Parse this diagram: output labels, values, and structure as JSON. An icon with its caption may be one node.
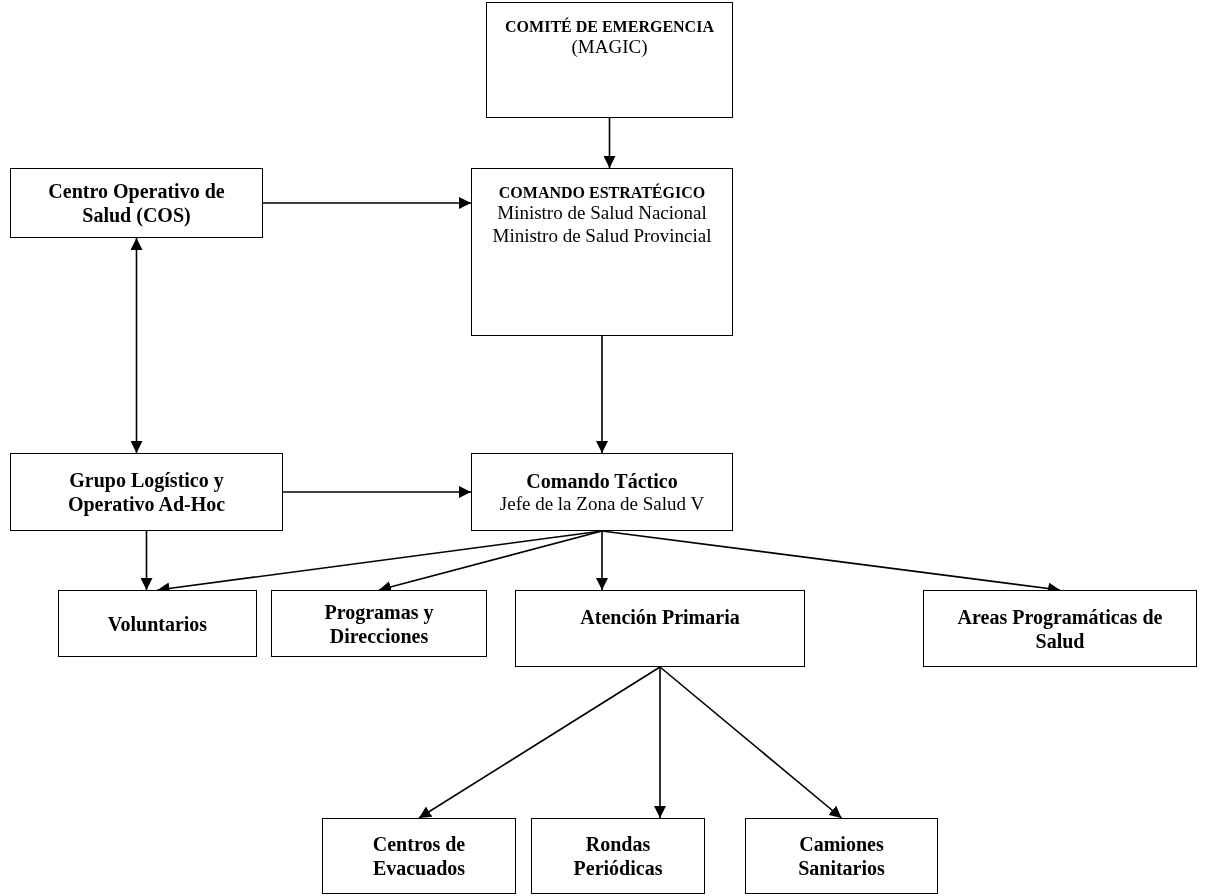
{
  "diagram": {
    "nodes": [
      {
        "text": [
          "COMITÉ DE EMERGENCIA",
          "(MAGIC)"
        ]
      },
      {
        "text": [
          "Centro Operativo de Salud (COS)"
        ]
      },
      {
        "text": [
          "COMANDO ESTRATÉGICO",
          "Ministro de Salud Nacional Ministro de Salud Provincial"
        ]
      },
      {
        "text": [
          "Grupo Logístico y Operativo Ad-Hoc"
        ]
      },
      {
        "text": [
          "Comando Táctico",
          "Jefe de la Zona de Salud V"
        ]
      },
      {
        "text": [
          "Voluntarios"
        ]
      },
      {
        "text": [
          "Programas y Direcciones"
        ]
      },
      {
        "text": [
          "Atención Primaria"
        ]
      },
      {
        "text": [
          "Areas Programáticas de Salud"
        ]
      },
      {
        "text": [
          "Centros de Evacuados"
        ]
      },
      {
        "text": [
          "Rondas Periódicas"
        ]
      },
      {
        "text": [
          "Camiones Sanitarios"
        ]
      }
    ],
    "edges": [
      {
        "from": 0,
        "to": 2,
        "arrow": "to"
      },
      {
        "from": 1,
        "to": 2,
        "arrow": "to"
      },
      {
        "from": 2,
        "to": 4,
        "arrow": "to"
      },
      {
        "from": 1,
        "to": 3,
        "arrow": "both"
      },
      {
        "from": 3,
        "to": 4,
        "arrow": "to"
      },
      {
        "from": 3,
        "to": 5,
        "arrow": "to"
      },
      {
        "from": 4,
        "to": 5,
        "arrow": "to"
      },
      {
        "from": 4,
        "to": 6,
        "arrow": "to"
      },
      {
        "from": 4,
        "to": 7,
        "arrow": "to"
      },
      {
        "from": 4,
        "to": 8,
        "arrow": "to"
      },
      {
        "from": 7,
        "to": 9,
        "arrow": "to"
      },
      {
        "from": 7,
        "to": 10,
        "arrow": "to"
      },
      {
        "from": 7,
        "to": 11,
        "arrow": "to"
      }
    ]
  }
}
